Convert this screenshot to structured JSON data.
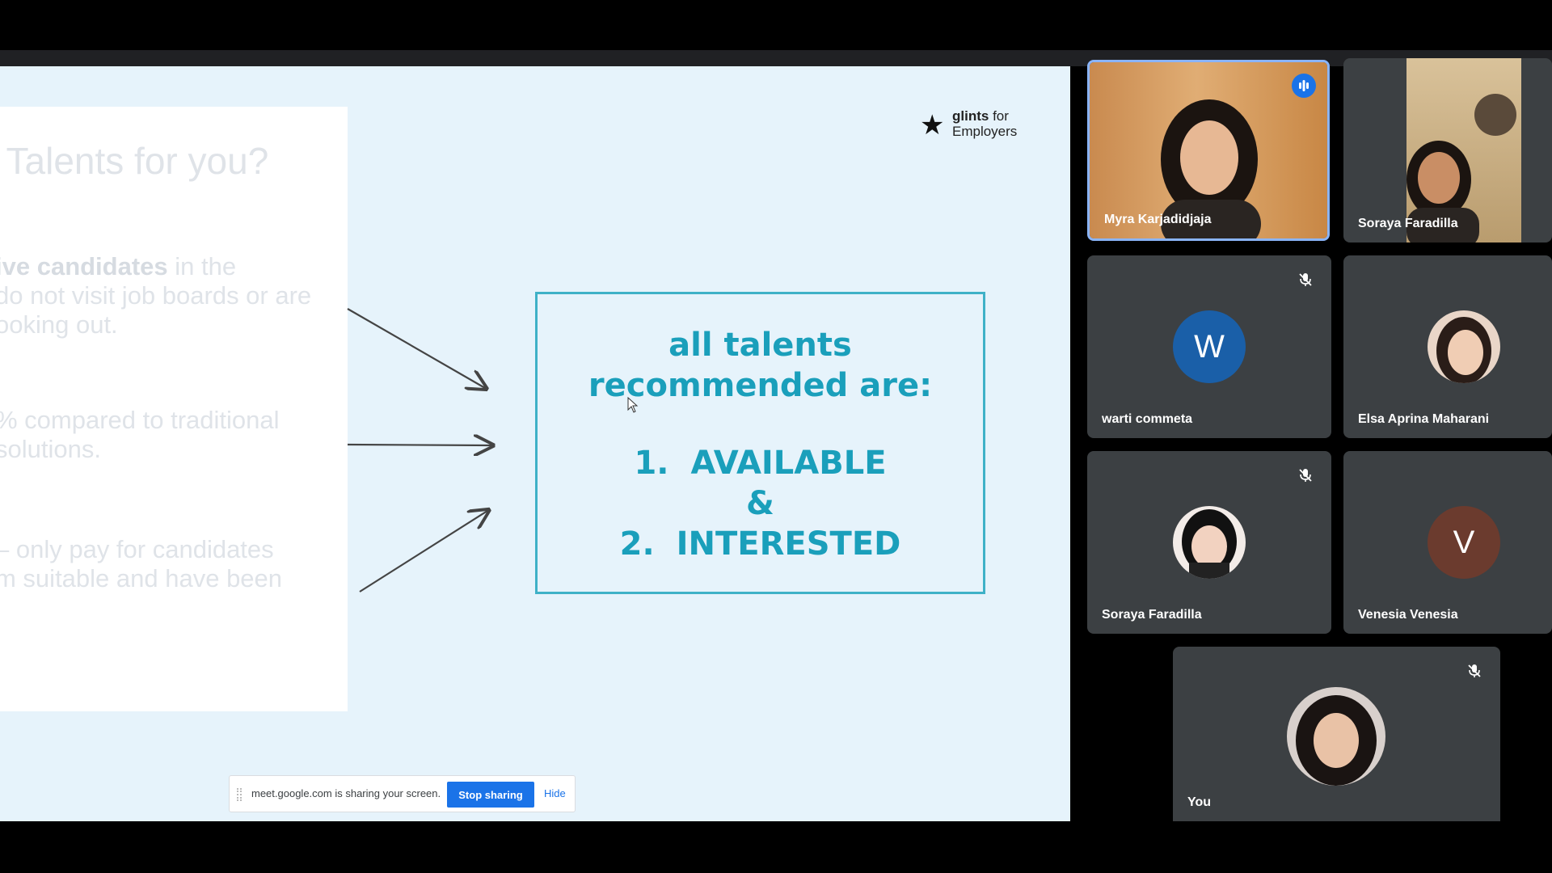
{
  "slide": {
    "ghost_title": "d Talents for you?",
    "ghost_lines": [
      {
        "bold": "ive candidates",
        "text": " in the"
      },
      {
        "bold": "",
        "text": "do not visit job boards or are"
      },
      {
        "bold": "",
        "text": "ooking out."
      },
      {
        "bold": "",
        "text": "% compared to traditional"
      },
      {
        "bold": "",
        "text": "solutions."
      },
      {
        "bold": "",
        "text": "– only pay for candidates"
      },
      {
        "bold": "",
        "text": "m suitable and have been"
      }
    ],
    "box_heading_line1": "all talents",
    "box_heading_line2": "recommended are:",
    "item1_num": "1.",
    "item1_text": "AVAILABLE",
    "connector": "&",
    "item2_num": "2.",
    "item2_text": "INTERESTED",
    "logo_brand": "glints",
    "logo_for": "for",
    "logo_line2": "Employers"
  },
  "share_bar": {
    "message": "meet.google.com is sharing your screen.",
    "stop_label": "Stop sharing",
    "hide_label": "Hide"
  },
  "participants": [
    {
      "name": "Myra Karjadidjaja",
      "speaking": true
    },
    {
      "name": "Soraya Faradilla"
    },
    {
      "name": "warti commeta",
      "initial": "W",
      "color": "#1a5fa8",
      "muted": true
    },
    {
      "name": "Elsa Aprina Maharani"
    },
    {
      "name": "Soraya Faradilla",
      "muted": true
    },
    {
      "name": "Venesia Venesia",
      "initial": "V",
      "color": "#6b3b2e"
    },
    {
      "name": "You",
      "muted": true
    }
  ],
  "colors": {
    "accent": "#1a73e8",
    "slide_teal": "#1a9fbb",
    "tile_bg": "#3c4043",
    "speaking_border": "#8ab4f8"
  }
}
